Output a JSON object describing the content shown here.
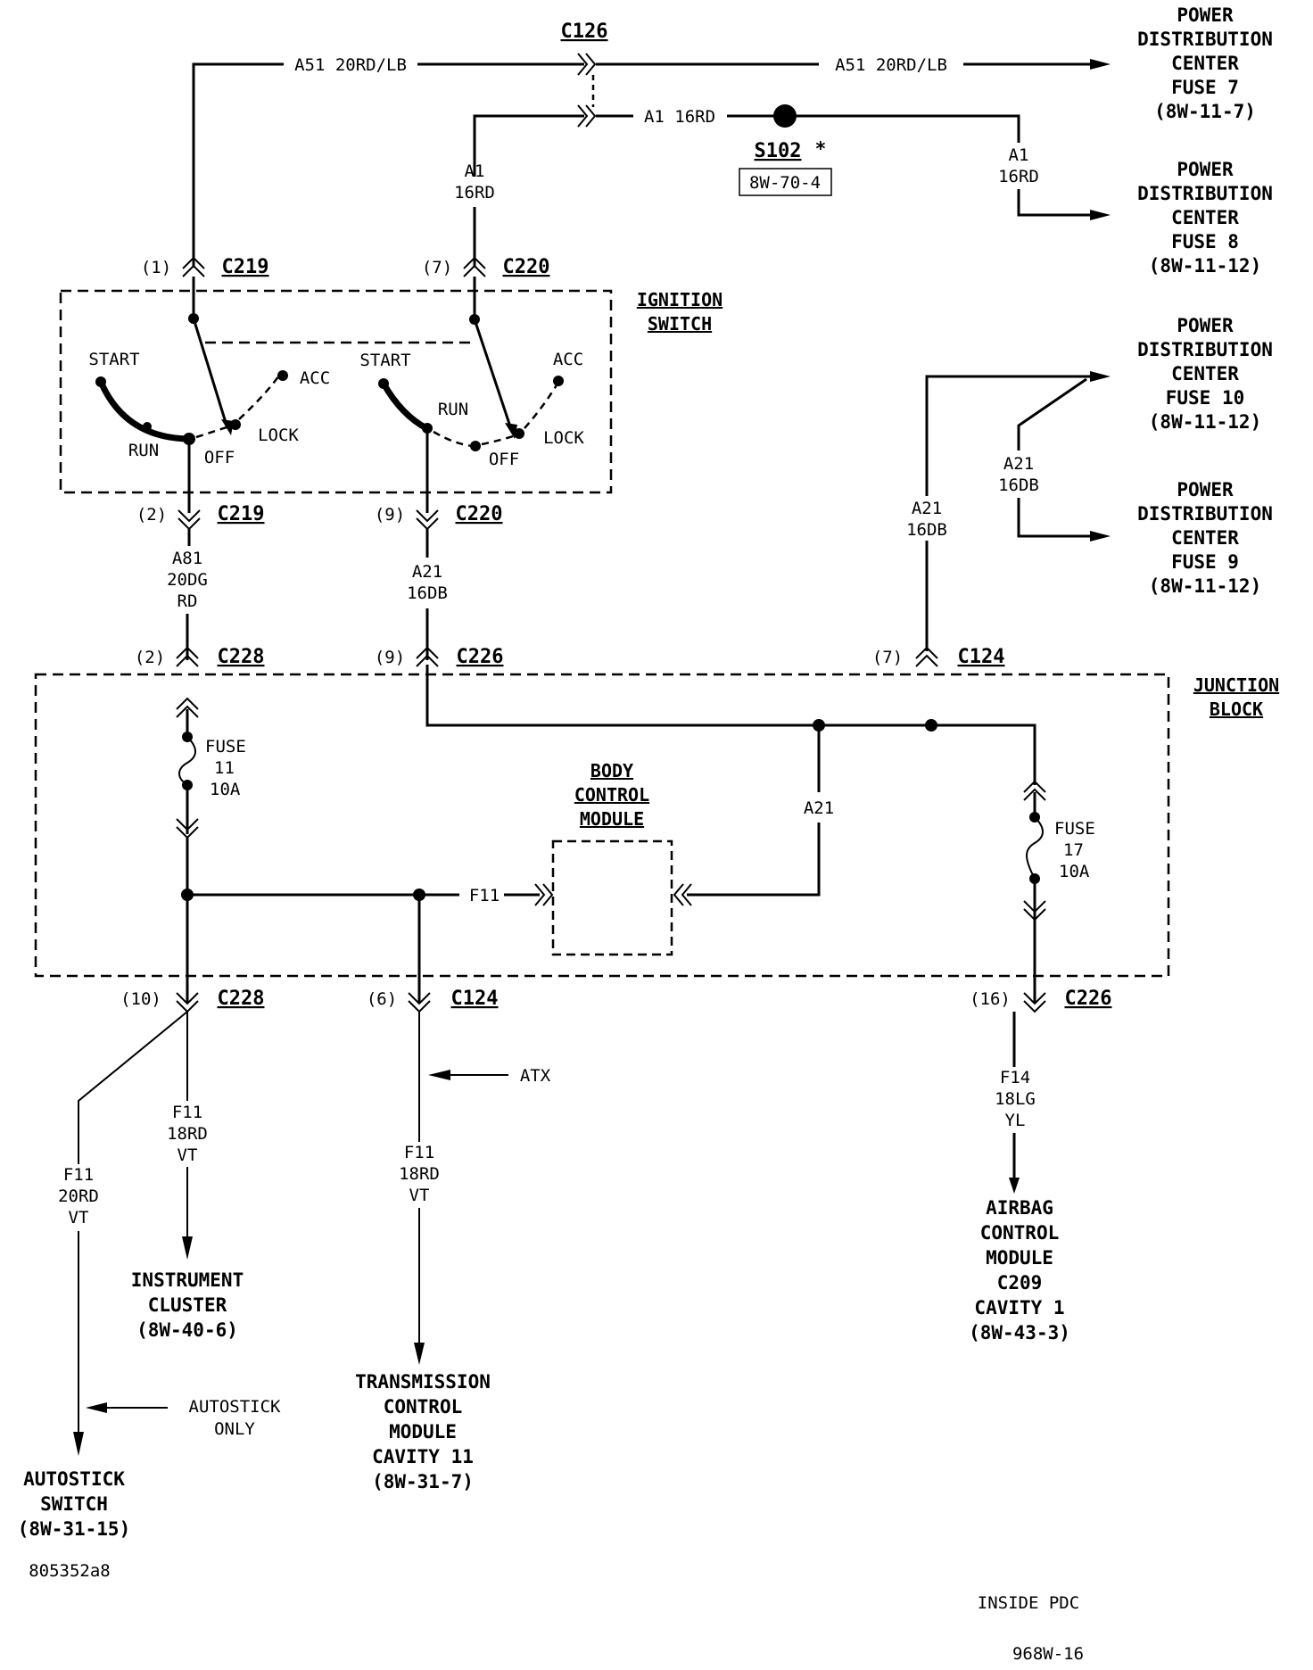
{
  "diagram": {
    "title": "Ignition Switch / Junction Block Fused Ignition Circuits",
    "footer_code": "805352a8",
    "inside_pdc": "INSIDE PDC",
    "page_ref": "968W-16"
  },
  "wires": {
    "a51_left": "A51  20RD/LB",
    "a51_right": "A51  20RD/LB",
    "a1_horizontal": "A1  16RD",
    "a1_left_1": "A1",
    "a1_left_2": "16RD",
    "a1_right_1": "A1",
    "a1_right_2": "16RD",
    "a81_1": "A81",
    "a81_2": "20DG",
    "a81_3": "RD",
    "a21_mid_1": "A21",
    "a21_mid_2": "16DB",
    "a21_up_1": "A21",
    "a21_up_2": "16DB",
    "a21_branch_1": "A21",
    "a21_branch_2": "16DB",
    "a21_jb": "A21",
    "f11_bus": "F11",
    "f11_ic_1": "F11",
    "f11_ic_2": "18RD",
    "f11_ic_3": "VT",
    "f11_as_1": "F11",
    "f11_as_2": "20RD",
    "f11_as_3": "VT",
    "f11_tcm_1": "F11",
    "f11_tcm_2": "18RD",
    "f11_tcm_3": "VT",
    "f14_1": "F14",
    "f14_2": "18LG",
    "f14_3": "YL"
  },
  "connectors": {
    "c126": "C126",
    "c219_top": {
      "name": "C219",
      "pin": "(1)"
    },
    "c220_top": {
      "name": "C220",
      "pin": "(7)"
    },
    "c219_bot": {
      "name": "C219",
      "pin": "(2)"
    },
    "c220_bot": {
      "name": "C220",
      "pin": "(9)"
    },
    "c228_top": {
      "name": "C228",
      "pin": "(2)"
    },
    "c226_top": {
      "name": "C226",
      "pin": "(9)"
    },
    "c124_top": {
      "name": "C124",
      "pin": "(7)"
    },
    "c228_bot": {
      "name": "C228",
      "pin": "(10)"
    },
    "c124_bot": {
      "name": "C124",
      "pin": "(6)"
    },
    "c226_bot": {
      "name": "C226",
      "pin": "(16)"
    }
  },
  "splice": {
    "name": "S102",
    "marker": "*",
    "ref": "8W-70-4"
  },
  "ignition_switch": {
    "label_1": "IGNITION",
    "label_2": "SWITCH",
    "positions": {
      "start": "START",
      "run": "RUN",
      "off": "OFF",
      "lock": "LOCK",
      "acc": "ACC"
    }
  },
  "junction_block": {
    "label_1": "JUNCTION",
    "label_2": "BLOCK",
    "fuse11": {
      "l1": "FUSE",
      "l2": "11",
      "l3": "10A"
    },
    "fuse17": {
      "l1": "FUSE",
      "l2": "17",
      "l3": "10A"
    },
    "bcm": {
      "l1": "BODY",
      "l2": "CONTROL",
      "l3": "MODULE"
    }
  },
  "pdc": {
    "fuse7": [
      "POWER",
      "DISTRIBUTION",
      "CENTER",
      "FUSE 7",
      "(8W-11-7)"
    ],
    "fuse8": [
      "POWER",
      "DISTRIBUTION",
      "CENTER",
      "FUSE 8",
      "(8W-11-12)"
    ],
    "fuse10": [
      "POWER",
      "DISTRIBUTION",
      "CENTER",
      "FUSE 10",
      "(8W-11-12)"
    ],
    "fuse9": [
      "POWER",
      "DISTRIBUTION",
      "CENTER",
      "FUSE 9",
      "(8W-11-12)"
    ]
  },
  "destinations": {
    "instrument_cluster": [
      "INSTRUMENT",
      "CLUSTER",
      "(8W-40-6)"
    ],
    "autostick_switch": [
      "AUTOSTICK",
      "SWITCH",
      "(8W-31-15)"
    ],
    "tcm": [
      "TRANSMISSION",
      "CONTROL",
      "MODULE",
      "CAVITY 11",
      "(8W-31-7)"
    ],
    "airbag": [
      "AIRBAG",
      "CONTROL",
      "MODULE",
      "C209",
      "CAVITY 1",
      "(8W-43-3)"
    ]
  },
  "notes": {
    "atx": "ATX",
    "autostick_only_1": "AUTOSTICK",
    "autostick_only_2": "ONLY"
  }
}
